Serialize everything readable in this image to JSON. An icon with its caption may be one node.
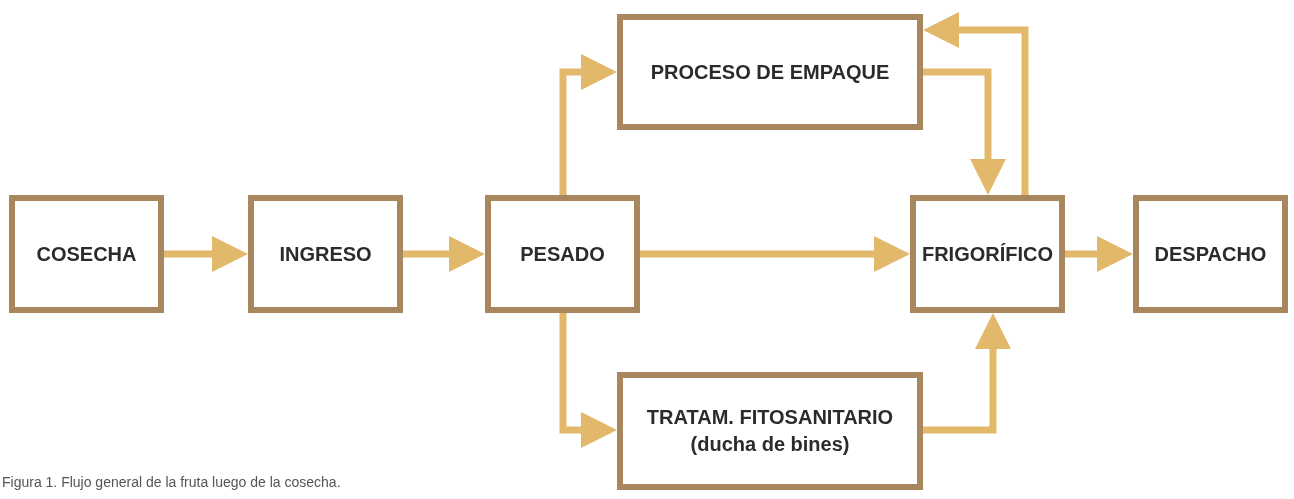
{
  "diagram": {
    "caption": "Figura 1. Flujo general de la fruta luego de la cosecha.",
    "nodes": [
      {
        "text": [
          "COSECHA"
        ]
      },
      {
        "text": [
          "INGRESO"
        ]
      },
      {
        "text": [
          "PESADO"
        ]
      },
      {
        "text": [
          "PROCESO DE EMPAQUE"
        ]
      },
      {
        "text": [
          "FRIGORÍFICO"
        ]
      },
      {
        "text": [
          "DESPACHO"
        ]
      },
      {
        "text": [
          "TRATAM. FITOSANITARIO (ducha de bines)"
        ]
      }
    ],
    "edges": [
      {
        "from": 0,
        "to": 1,
        "arrow": "to"
      },
      {
        "from": 1,
        "to": 2,
        "arrow": "to"
      },
      {
        "from": 2,
        "to": 3,
        "arrow": "to"
      },
      {
        "from": 2,
        "to": 4,
        "arrow": "to"
      },
      {
        "from": 2,
        "to": 6,
        "arrow": "to"
      },
      {
        "from": 3,
        "to": 4,
        "arrow": "to"
      },
      {
        "from": 4,
        "to": 3,
        "arrow": "to"
      },
      {
        "from": 6,
        "to": 4,
        "arrow": "to"
      },
      {
        "from": 4,
        "to": 5,
        "arrow": "to"
      }
    ]
  }
}
